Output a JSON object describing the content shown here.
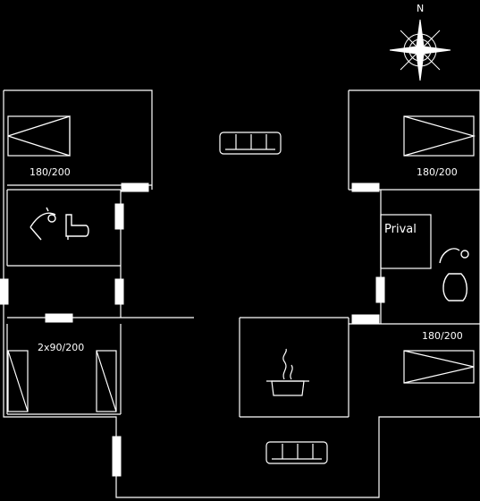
{
  "compass": {
    "north_label": "N",
    "icon": "compass-rose-icon"
  },
  "rooms": {
    "bedroom_top_left": {
      "bed_label": "180/200"
    },
    "bedroom_top_right": {
      "bed_label": "180/200"
    },
    "bedroom_bottom_right": {
      "bed_label": "180/200"
    },
    "bedroom_bottom_left": {
      "bed_label": "2x90/200"
    },
    "private_room": {
      "label": "Prival"
    }
  },
  "icons": [
    "sofa-icon",
    "toilet-icon",
    "shower-icon",
    "stove-icon",
    "bed-icon"
  ],
  "colors": {
    "background": "#000000",
    "lines": "#ffffff"
  }
}
